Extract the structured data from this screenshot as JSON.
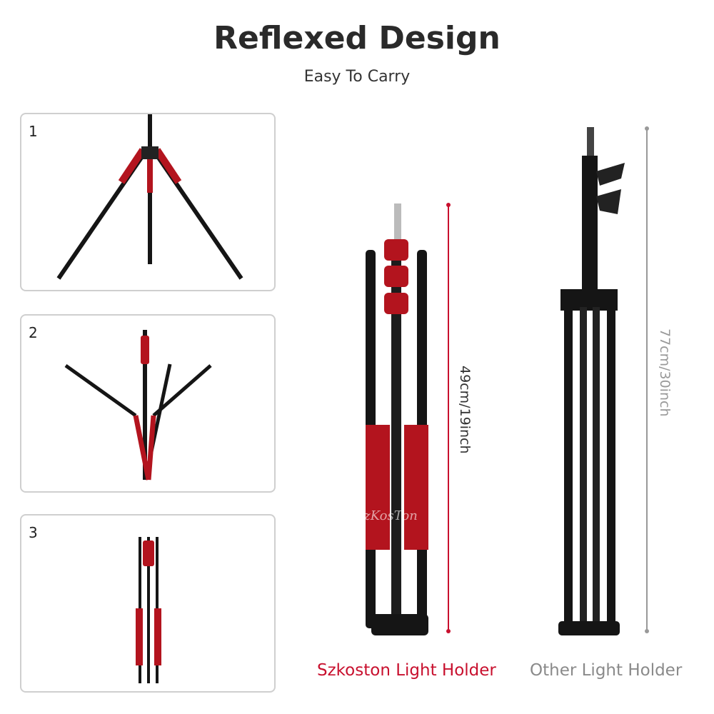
{
  "header": {
    "title": "Reflexed Design",
    "subtitle": "Easy To Carry"
  },
  "steps": [
    {
      "number": "1"
    },
    {
      "number": "2"
    },
    {
      "number": "3"
    }
  ],
  "products": {
    "szkoston": {
      "caption": "Szkoston Light Holder",
      "height": "49cm/19inch",
      "color": "#c8102e"
    },
    "other": {
      "caption": "Other Light Holder",
      "height": "77cm/30inch",
      "color": "#8a8a8a"
    }
  },
  "watermark": "szKosTon",
  "colors": {
    "accent_red": "#b3141e",
    "metal_black": "#151515",
    "border": "#cfcfcf"
  }
}
